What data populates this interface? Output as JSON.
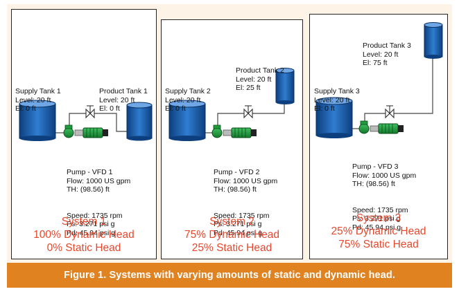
{
  "systems": [
    {
      "supply": [
        "Supply Tank 1",
        "Level: 20 ft",
        "El: 0 ft"
      ],
      "product": [
        "Product Tank 1",
        "Level: 20 ft",
        "El: 0 ft"
      ],
      "pump": [
        "Pump - VFD 1",
        "Flow: 1000 US gpm",
        "TH: (98.56) ft",
        "Speed: 1735 rpm",
        "Ps: 3.271 psi g",
        "Pd: 45.94 psi g"
      ],
      "title": "System 1",
      "dynamic": "100% Dynamic Head",
      "static": "0% Static Head"
    },
    {
      "supply": [
        "Supply Tank 2",
        "Level: 20 ft",
        "El: 0 ft"
      ],
      "product": [
        "Product Tank 2",
        "Level: 20 ft",
        "El: 25 ft"
      ],
      "pump": [
        "Pump - VFD 2",
        "Flow: 1000 US gpm",
        "TH: (98.56) ft",
        "Speed: 1735 rpm",
        "Ps: 3.271 psi g",
        "Pd: 45.94 psi g"
      ],
      "title": "System 2",
      "dynamic": "75% Dynamic Head",
      "static": "25% Static Head"
    },
    {
      "supply": [
        "Supply Tank 3",
        "Level: 20 ft",
        "El: 0 ft"
      ],
      "product": [
        "Product Tank 3",
        "Level: 20 ft",
        "El: 75 ft"
      ],
      "pump": [
        "Pump - VFD 3",
        "Flow: 1000 US gpm",
        "TH: (98.56) ft",
        "Speed: 1735 rpm",
        "Ps: 3.271 psi g",
        "Pd: 45.94 psi g"
      ],
      "title": "System 3",
      "dynamic": "25% Dynamic Head",
      "static": "75% Static Head"
    }
  ],
  "caption": "Figure 1. Systems with varying amounts of static and dynamic head.",
  "colors": {
    "tank": "#1f64b4",
    "pump": "#1e9c3c",
    "text_accent": "#e8472c",
    "caption_bg": "#e08220",
    "background": "#fdf3e7"
  }
}
